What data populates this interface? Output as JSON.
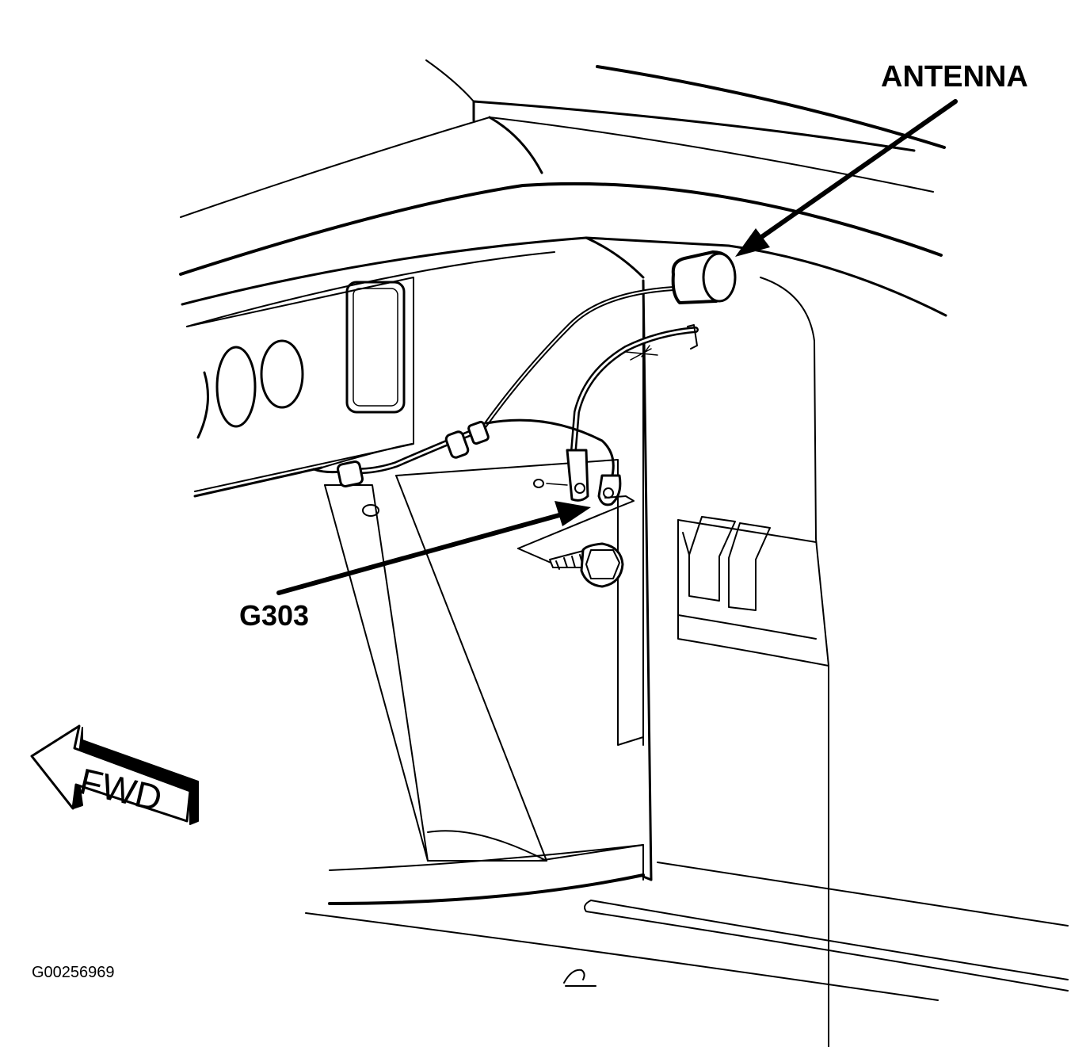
{
  "labels": {
    "antenna": "ANTENNA",
    "ground": "G303",
    "direction": "FWD"
  },
  "figure_id": "G00256969",
  "colors": {
    "line": "#000000",
    "background": "#ffffff"
  }
}
